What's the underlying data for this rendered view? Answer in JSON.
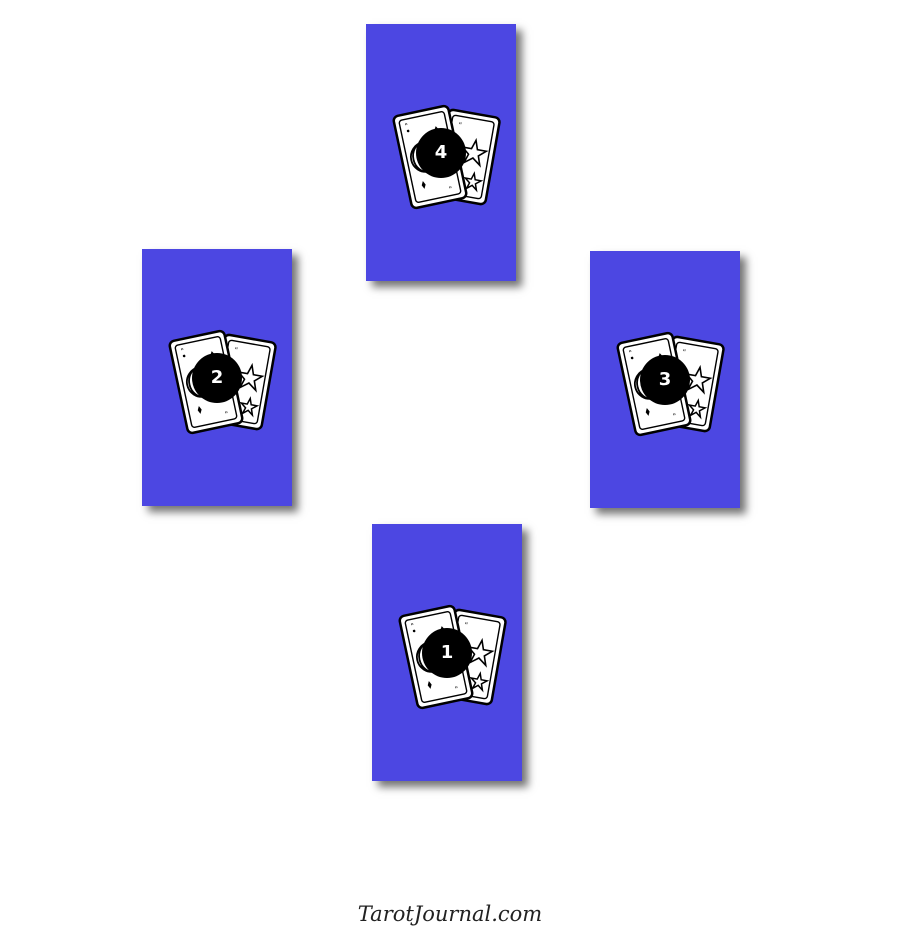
{
  "colors": {
    "card": "#4c47e2",
    "badge": "#000000",
    "badge_text": "#ffffff"
  },
  "cards": [
    {
      "number": "1",
      "icon": "tarot-cards-icon"
    },
    {
      "number": "2",
      "icon": "tarot-cards-icon"
    },
    {
      "number": "3",
      "icon": "tarot-cards-icon"
    },
    {
      "number": "4",
      "icon": "tarot-cards-icon"
    }
  ],
  "footer": {
    "brand": "TarotJournal.com"
  }
}
